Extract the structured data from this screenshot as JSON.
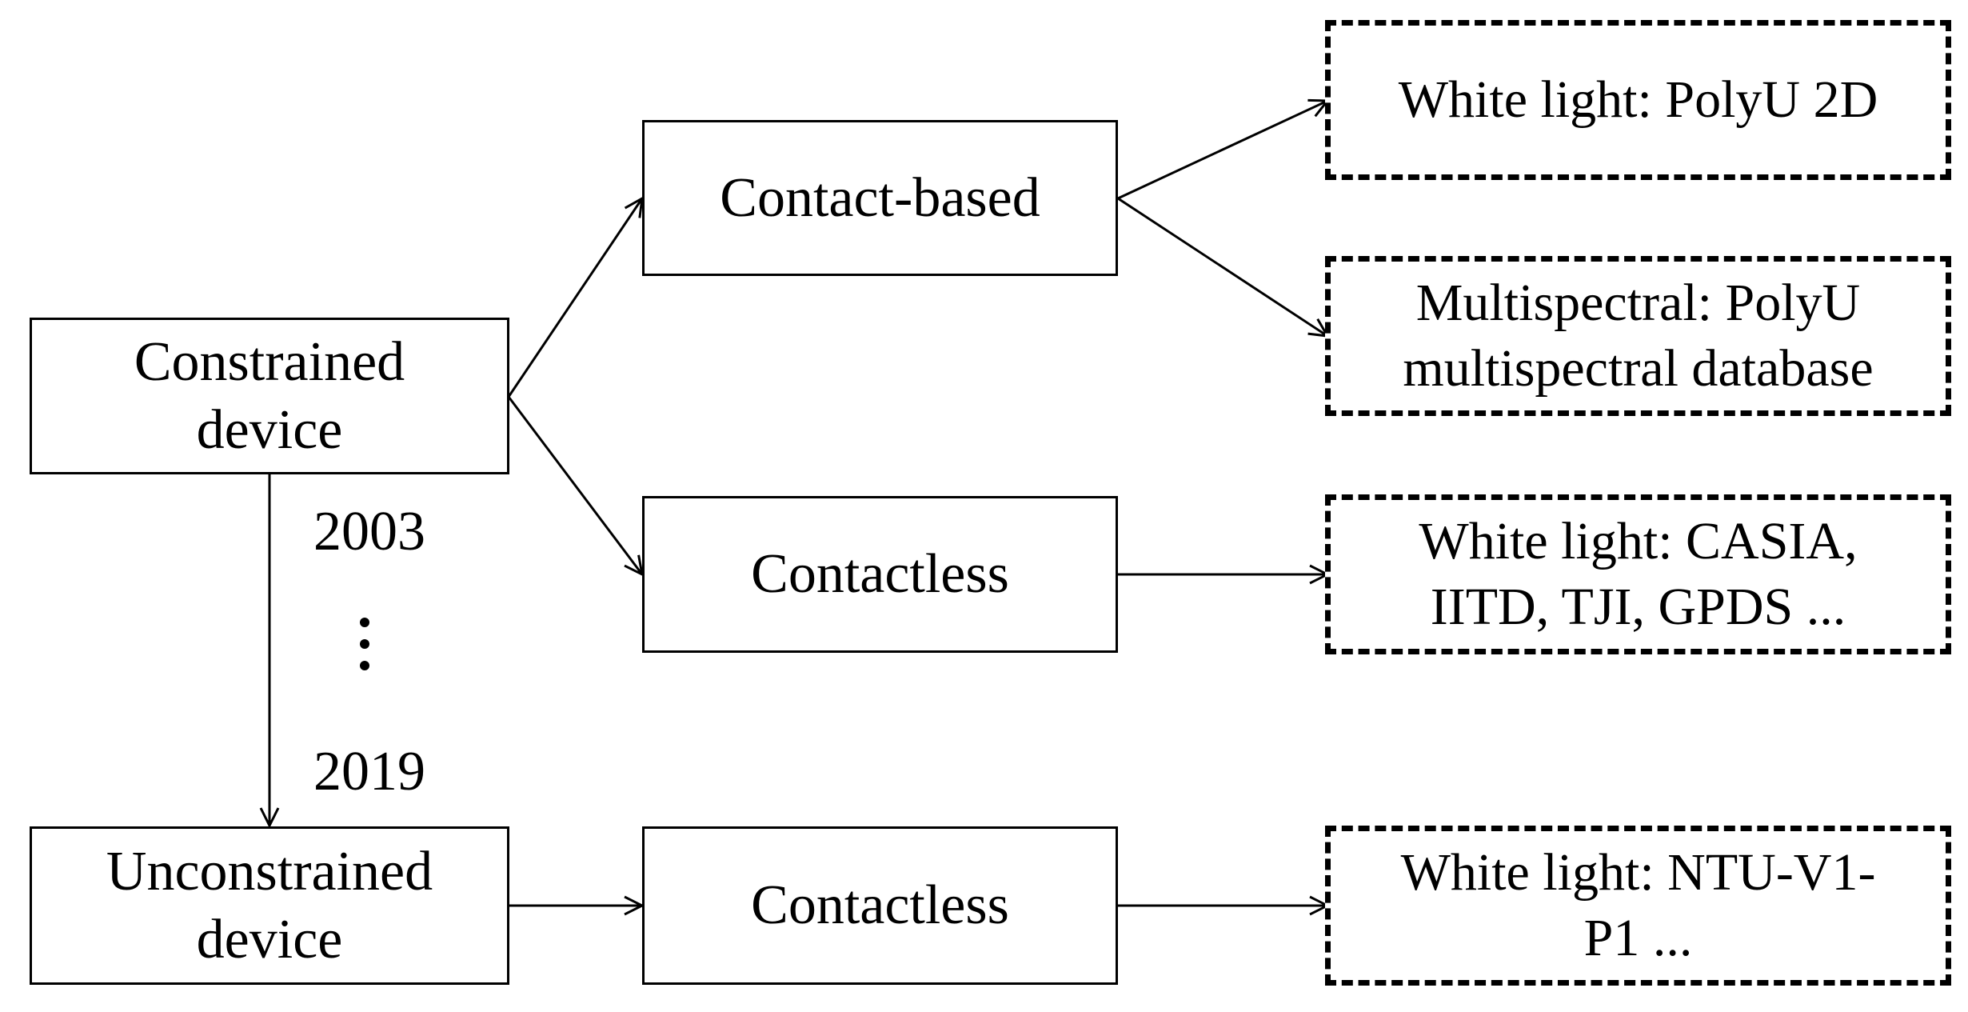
{
  "nodes": {
    "constrained_device": "Constrained\ndevice",
    "unconstrained_device": "Unconstrained\ndevice",
    "contact_based": "Contact-based",
    "contactless_constrained": "Contactless",
    "contactless_unconstrained": "Contactless"
  },
  "databases": {
    "white_light_polyu": "White light: PolyU 2D",
    "multispectral_polyu": "Multispectral: PolyU\nmultispectral database",
    "white_light_casia": "White light: CASIA,\nIITD, TJI, GPDS ...",
    "white_light_ntu": "White light: NTU-V1-\nP1 ..."
  },
  "timeline": {
    "start_year": "2003",
    "end_year": "2019"
  }
}
